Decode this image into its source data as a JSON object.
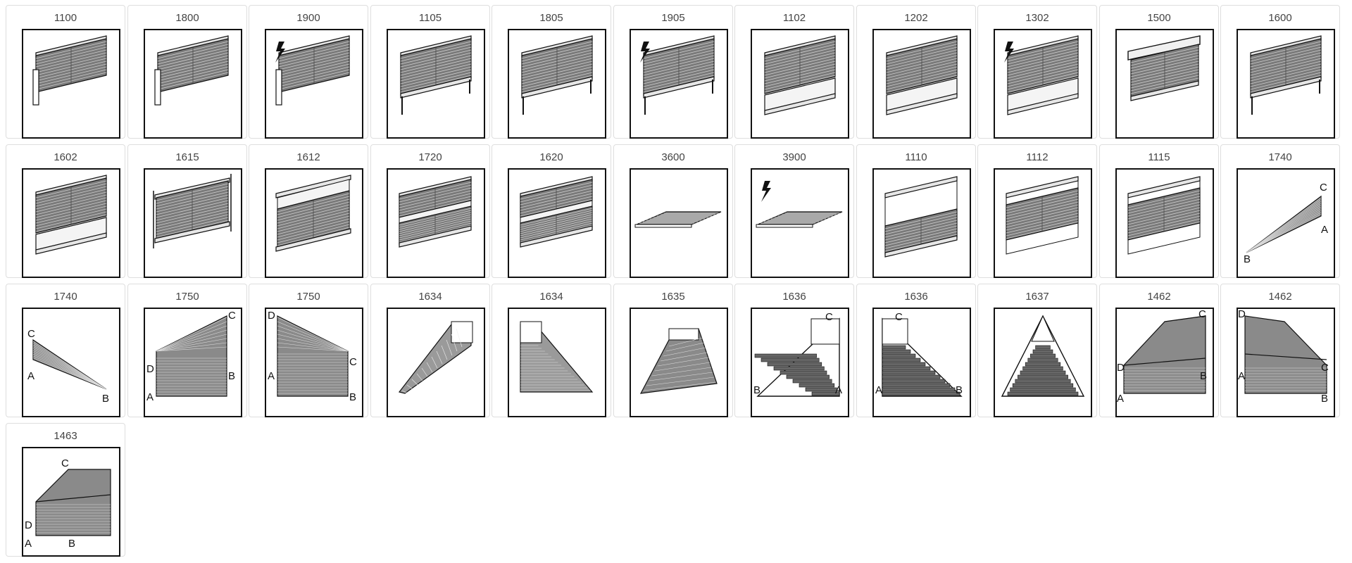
{
  "products": [
    {
      "code": "1100",
      "icon": "vertical-pleated-blind-icon",
      "lightning": false,
      "labels": []
    },
    {
      "code": "1800",
      "icon": "vertical-pleated-blind-icon",
      "lightning": false,
      "labels": []
    },
    {
      "code": "1900",
      "icon": "motorized-pleated-blind-icon",
      "lightning": true,
      "labels": []
    },
    {
      "code": "1105",
      "icon": "tensioned-pleated-blind-icon",
      "lightning": false,
      "labels": []
    },
    {
      "code": "1805",
      "icon": "tensioned-pleated-blind-icon",
      "lightning": false,
      "labels": []
    },
    {
      "code": "1905",
      "icon": "motorized-tensioned-blind-icon",
      "lightning": true,
      "labels": []
    },
    {
      "code": "1102",
      "icon": "tensioned-blind-with-bottom-rail-icon",
      "lightning": false,
      "labels": []
    },
    {
      "code": "1202",
      "icon": "tensioned-blind-with-bottom-rail-icon",
      "lightning": false,
      "labels": []
    },
    {
      "code": "1302",
      "icon": "motorized-blind-with-bottom-rail-icon",
      "lightning": true,
      "labels": []
    },
    {
      "code": "1500",
      "icon": "cassette-pleated-blind-icon",
      "lightning": false,
      "labels": []
    },
    {
      "code": "1600",
      "icon": "tensioned-pleated-blind-icon",
      "lightning": false,
      "labels": []
    },
    {
      "code": "1602",
      "icon": "tensioned-blind-with-bottom-rail-icon",
      "lightning": false,
      "labels": []
    },
    {
      "code": "1615",
      "icon": "free-hanging-blind-icon",
      "lightning": false,
      "labels": []
    },
    {
      "code": "1612",
      "icon": "top-down-bottom-up-blind-icon",
      "lightning": false,
      "labels": []
    },
    {
      "code": "1720",
      "icon": "double-fabric-blind-icon",
      "lightning": false,
      "labels": []
    },
    {
      "code": "1620",
      "icon": "double-fabric-blind-icon",
      "lightning": false,
      "labels": []
    },
    {
      "code": "3600",
      "icon": "skylight-blind-icon",
      "lightning": false,
      "labels": []
    },
    {
      "code": "3900",
      "icon": "motorized-skylight-blind-icon",
      "lightning": true,
      "labels": []
    },
    {
      "code": "1110",
      "icon": "bottom-up-blind-icon",
      "lightning": false,
      "labels": []
    },
    {
      "code": "1112",
      "icon": "middle-blind-icon",
      "lightning": false,
      "labels": []
    },
    {
      "code": "1115",
      "icon": "middle-blind-icon",
      "lightning": false,
      "labels": []
    },
    {
      "code": "1740",
      "icon": "triangle-blind-icon",
      "lightning": false,
      "labels": [
        "C",
        "A",
        "B"
      ]
    },
    {
      "code": "1740",
      "icon": "triangle-blind-icon",
      "lightning": false,
      "labels": [
        "C",
        "A",
        "B"
      ]
    },
    {
      "code": "1750",
      "icon": "trapezoid-blind-icon",
      "lightning": false,
      "labels": [
        "C",
        "D",
        "B",
        "A"
      ]
    },
    {
      "code": "1750",
      "icon": "trapezoid-blind-icon",
      "lightning": false,
      "labels": [
        "D",
        "C",
        "A",
        "B"
      ]
    },
    {
      "code": "1634",
      "icon": "trapezoid-blind-icon",
      "lightning": false,
      "labels": []
    },
    {
      "code": "1634",
      "icon": "trapezoid-blind-icon",
      "lightning": false,
      "labels": []
    },
    {
      "code": "1635",
      "icon": "inverted-trapezoid-blind-icon",
      "lightning": false,
      "labels": []
    },
    {
      "code": "1636",
      "icon": "triangle-blind-icon",
      "lightning": false,
      "labels": [
        "C",
        "B",
        "A"
      ]
    },
    {
      "code": "1636",
      "icon": "triangle-blind-icon",
      "lightning": false,
      "labels": [
        "C",
        "A",
        "B"
      ]
    },
    {
      "code": "1637",
      "icon": "triangle-blind-icon",
      "lightning": false,
      "labels": []
    },
    {
      "code": "1462",
      "icon": "pentagon-blind-icon",
      "lightning": false,
      "labels": [
        "C",
        "D",
        "B",
        "A"
      ]
    },
    {
      "code": "1462",
      "icon": "pentagon-blind-icon",
      "lightning": false,
      "labels": [
        "D",
        "C",
        "A",
        "B"
      ]
    },
    {
      "code": "1463",
      "icon": "pentagon-blind-icon",
      "lightning": false,
      "labels": [
        "C",
        "D",
        "A",
        "B"
      ]
    }
  ]
}
